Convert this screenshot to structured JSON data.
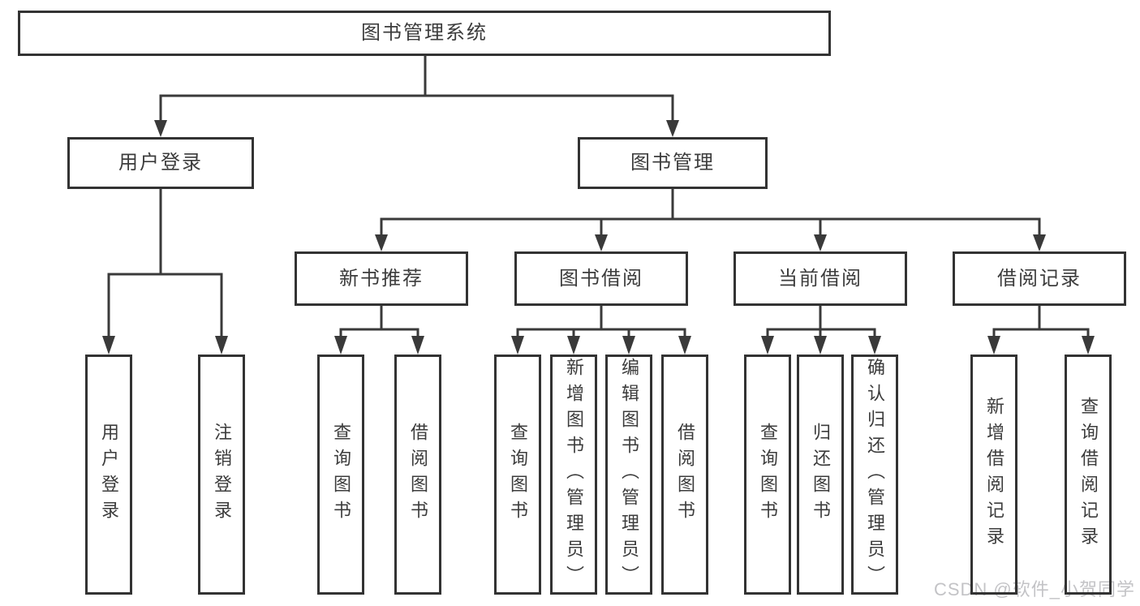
{
  "diagram": {
    "title_node": "图书管理系统",
    "root": "图书管理系统",
    "branches": [
      {
        "label": "用户登录",
        "children": [
          "用户登录",
          "注销登录"
        ]
      },
      {
        "label": "图书管理",
        "children": [
          {
            "label": "新书推荐",
            "children": [
              "查询图书",
              "借阅图书"
            ]
          },
          {
            "label": "图书借阅",
            "children": [
              "查询图书",
              "新增图书（管理员）",
              "编辑图书（管理员）",
              "借阅图书"
            ]
          },
          {
            "label": "当前借阅",
            "children": [
              "查询图书",
              "归还图书",
              "确认归还（管理员）"
            ]
          },
          {
            "label": "借阅记录",
            "children": [
              "新增借阅记录",
              "查询借阅记录"
            ]
          }
        ]
      }
    ]
  },
  "watermark": "CSDN @软件_小贺同学",
  "colors": {
    "line": "#3a3a3a",
    "box_border": "#333333",
    "box_fill": "#ffffff",
    "text": "#3c3c3c",
    "watermark": "#c3c3c6"
  }
}
